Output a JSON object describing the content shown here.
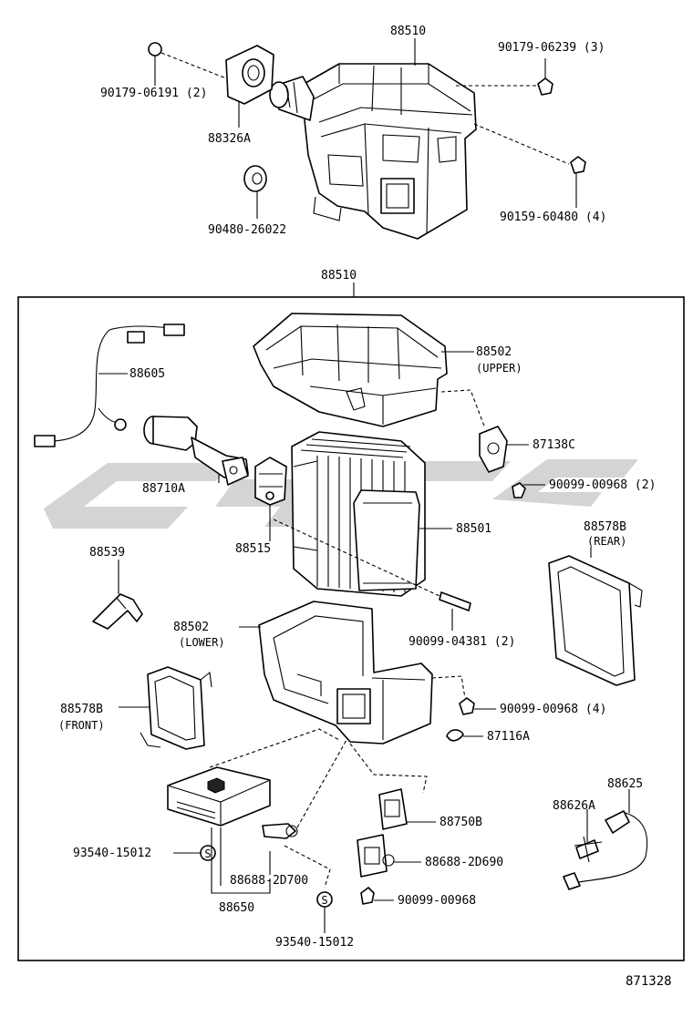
{
  "diagram": {
    "reference_number": "871328",
    "labels": {
      "top_assembly": "88510",
      "top_screw_left": "90179-06191 (2)",
      "seal_plate": "88326A",
      "top_nut_right": "90179-06239 (3)",
      "grommet": "90480-26022",
      "top_bolt_right": "90159-60480 (4)",
      "box_assembly": "88510",
      "wire_harness": "88605",
      "upper_case": "88502",
      "upper_case_note": "(UPPER)",
      "amplifier_bracket": "87138C",
      "upper_screw": "90099-00968 (2)",
      "suction_tube": "88710A",
      "expansion_valve": "88515",
      "evaporator": "88501",
      "drain_hose": "88539",
      "rear_seal": "88578B",
      "rear_seal_note": "(REAR)",
      "lower_case": "88502",
      "lower_case_note": "(LOWER)",
      "bolt_lower": "90099-04381 (2)",
      "front_seal": "88578B",
      "front_seal_note": "(FRONT)",
      "lower_screw": "90099-00968 (4)",
      "clip": "87116A",
      "thermistor": "88625",
      "thermistor_clip": "88626A",
      "relay": "88750B",
      "relay_bracket": "88688-2D690",
      "amplifier_screw": "90099-00968",
      "amp_sub_left": "93540-15012",
      "amp_bracket": "88688-2D700",
      "amplifier": "88650",
      "amp_sub_bottom": "93540-15012"
    },
    "symbols": {
      "s_marker_1": "S",
      "s_marker_2": "S"
    }
  }
}
